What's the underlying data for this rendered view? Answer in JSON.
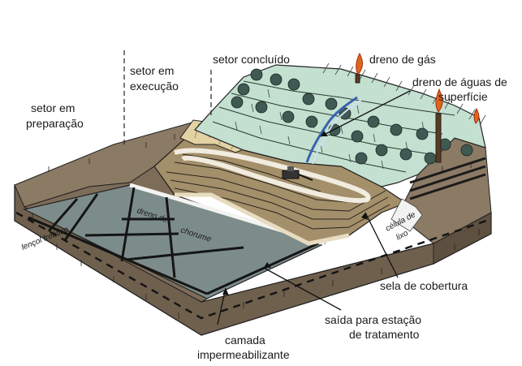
{
  "title": "",
  "labels": {
    "setor_preparacao_l1": "setor em",
    "setor_preparacao_l2": "preparação",
    "setor_execucao_l1": "setor em",
    "setor_execucao_l2": "execução",
    "setor_concluido": "setor concluído",
    "dreno_gas": "dreno de gás",
    "dreno_aguas_l1": "dreno de águas de",
    "dreno_aguas_l2": "superfície",
    "celula_l1": "célula de",
    "celula_l2": "lixo",
    "sela": "sela de cobertura",
    "saida_l1": "saída para estação",
    "saida_l2": "de tratamento",
    "camada_l1": "camada",
    "camada_l2": "impermeabilizante",
    "lencol": "lençol freático",
    "dreno_chorume_l1": "dreno de",
    "dreno_chorume_l2": "chorume"
  },
  "colors": {
    "soil": "#7d6c58",
    "soil_dark": "#5e5040",
    "liner": "#7c8c8a",
    "cover_green": "#c4e0d0",
    "tree": "#3f5a52",
    "sand": "#e2d2a4",
    "trash": "#a38f6a",
    "flame": "#e0661c"
  }
}
